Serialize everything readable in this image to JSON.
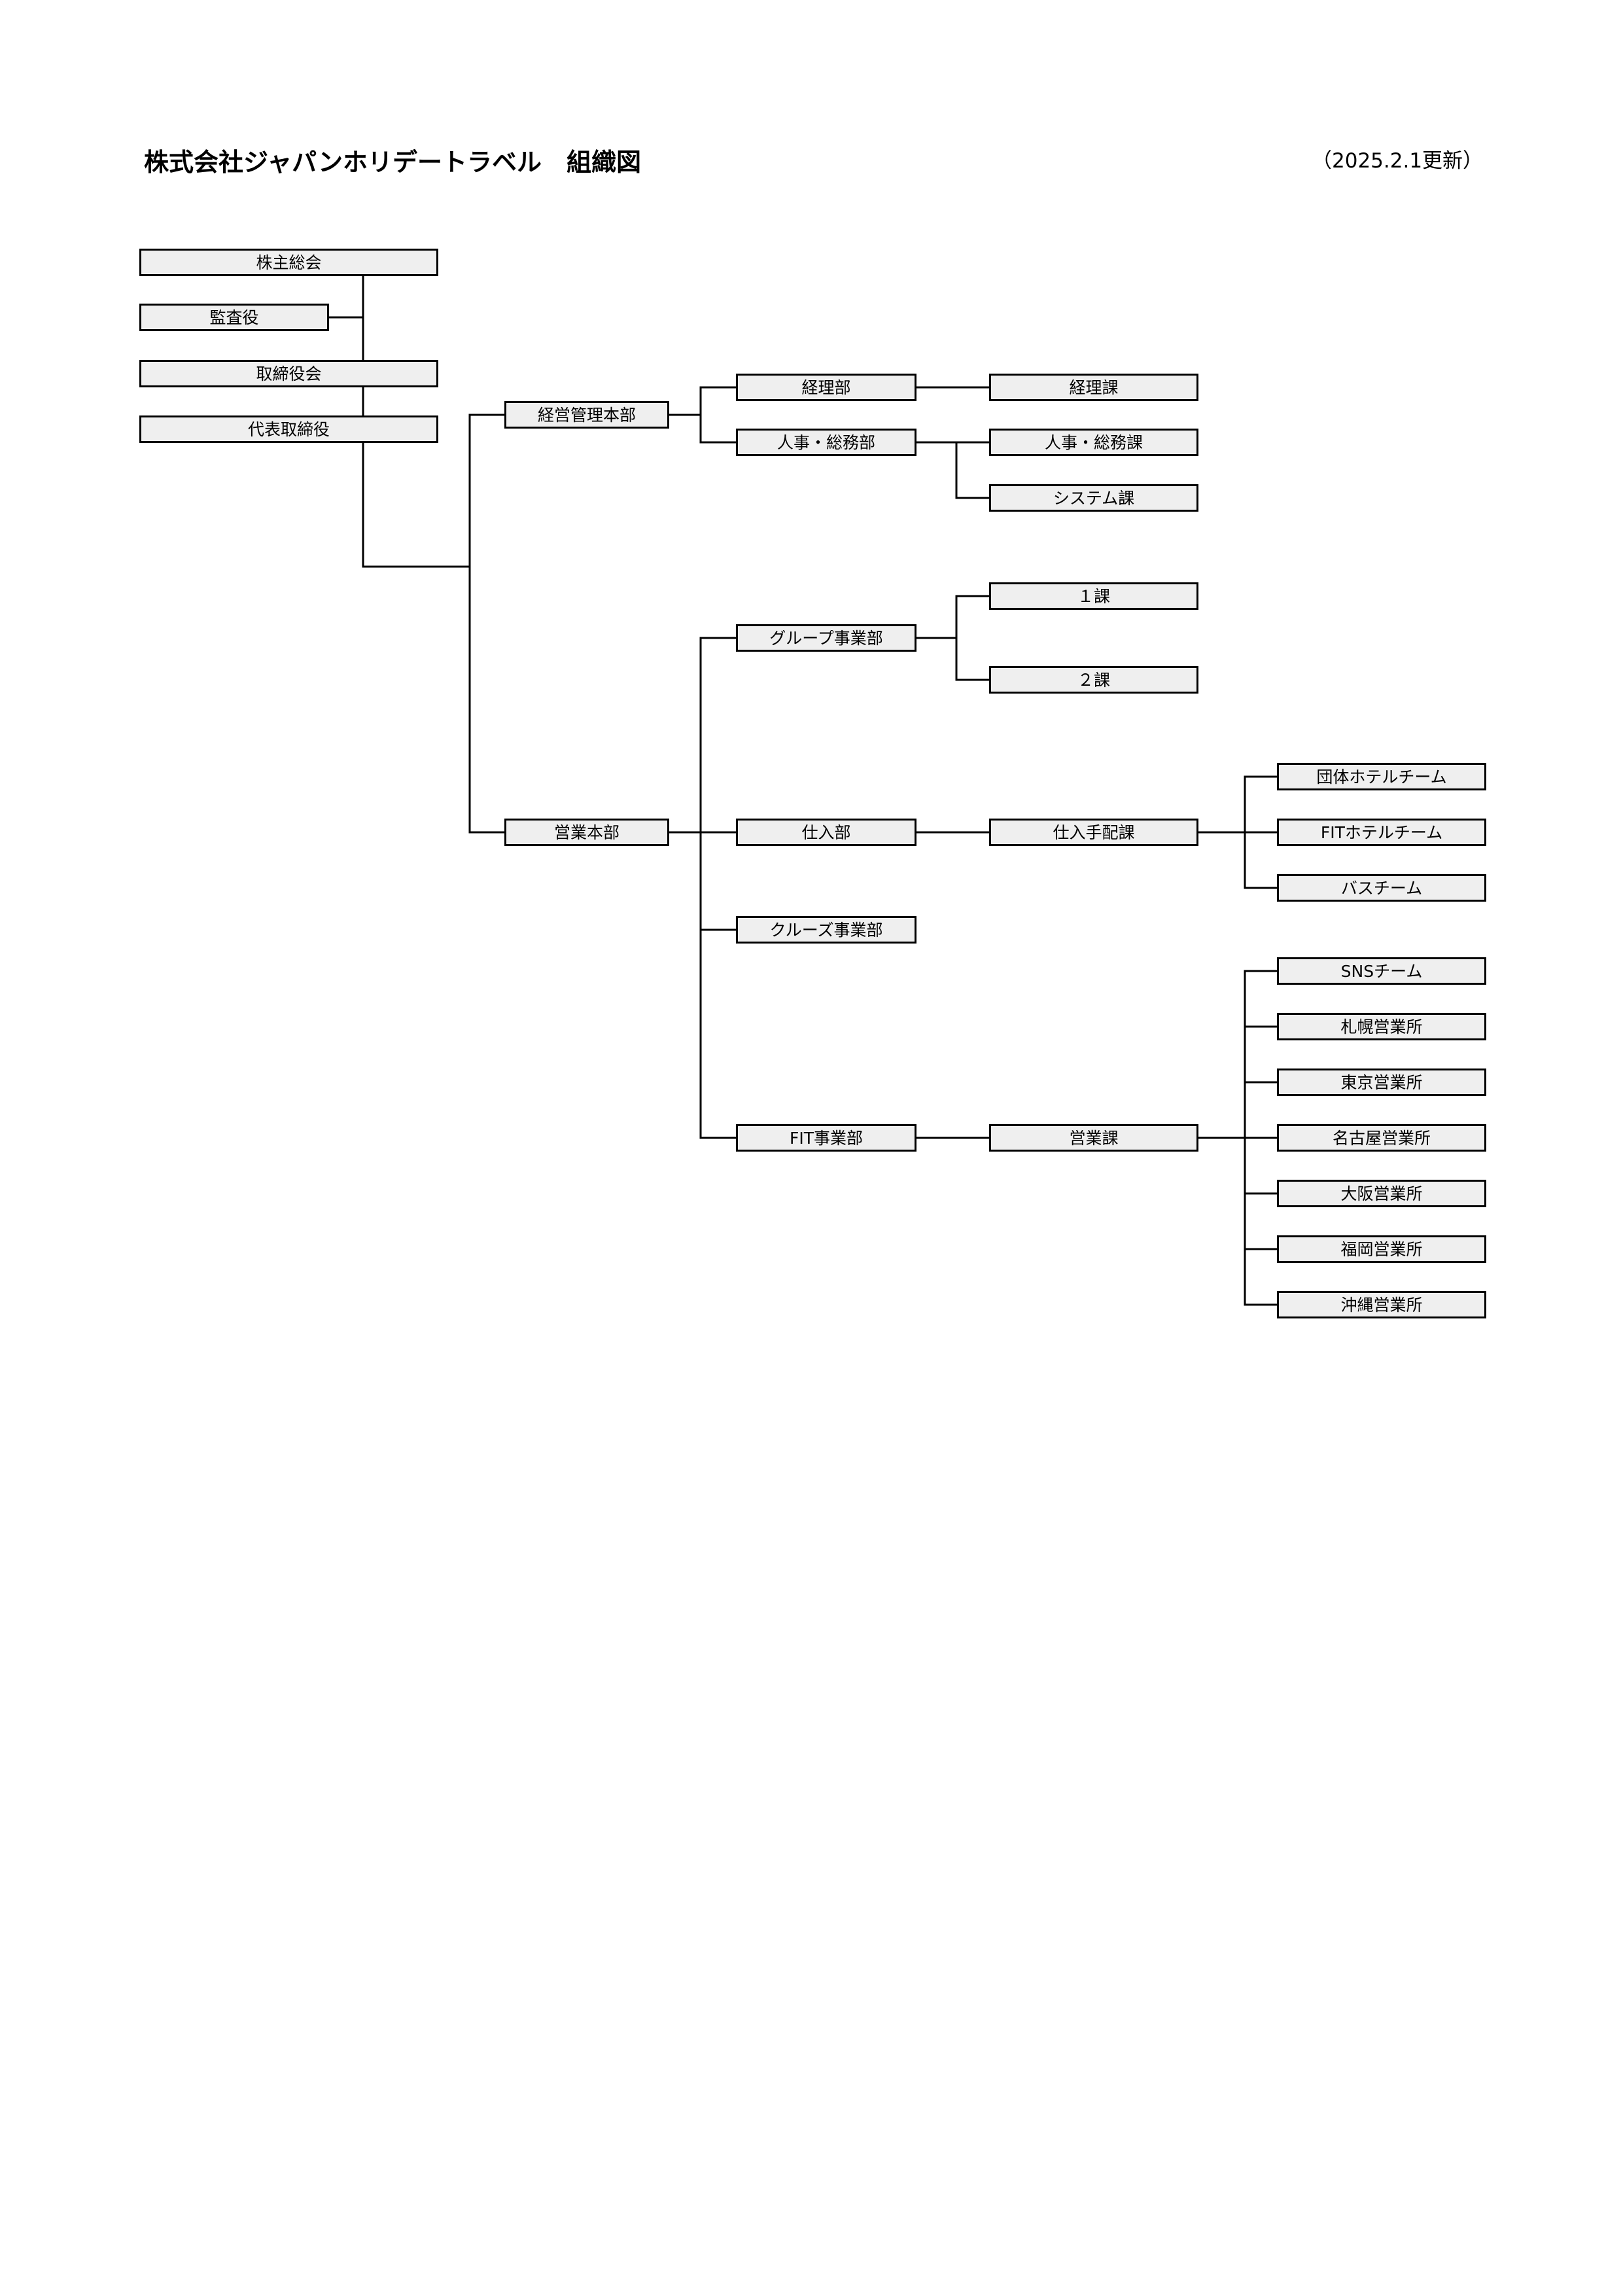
{
  "header": {
    "title": "株式会社ジャパンホリデートラベル　組織図",
    "updated": "（2025.2.1更新）"
  },
  "org": {
    "shareholders_meeting": "株主総会",
    "auditor": "監査役",
    "board_of_directors": "取締役会",
    "representative_director": "代表取締役",
    "management_hq": "経営管理本部",
    "accounting_dept": "経理部",
    "accounting_section": "経理課",
    "hr_general_dept": "人事・総務部",
    "hr_general_section": "人事・総務課",
    "system_section": "システム課",
    "sales_hq": "営業本部",
    "group_business_dept": "グループ事業部",
    "section_1": "１課",
    "section_2": "２課",
    "purchasing_dept": "仕入部",
    "purchasing_arrangement_section": "仕入手配課",
    "group_hotel_team": "団体ホテルチーム",
    "fit_hotel_team": "FITホテルチーム",
    "bus_team": "バスチーム",
    "cruise_business_dept": "クルーズ事業部",
    "fit_business_dept": "FIT事業部",
    "sales_section": "営業課",
    "sns_team": "SNSチーム",
    "sapporo_office": "札幌営業所",
    "tokyo_office": "東京営業所",
    "nagoya_office": "名古屋営業所",
    "osaka_office": "大阪営業所",
    "fukuoka_office": "福岡営業所",
    "okinawa_office": "沖縄営業所"
  }
}
